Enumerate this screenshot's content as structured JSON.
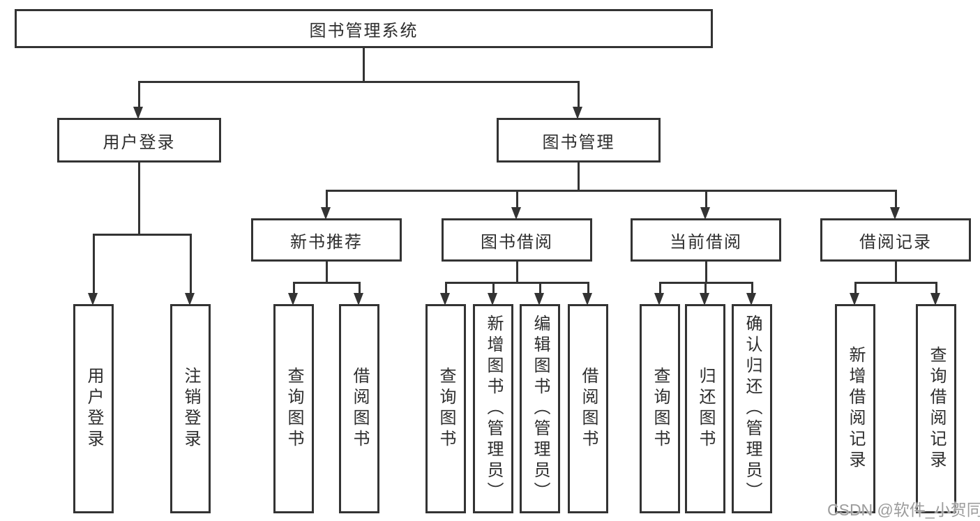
{
  "diagram": {
    "root": {
      "label": "图书管理系统"
    },
    "level2": {
      "user_login": {
        "label": "用户登录"
      },
      "book_management": {
        "label": "图书管理"
      }
    },
    "level3": {
      "new_book_recommend": {
        "label": "新书推荐"
      },
      "book_borrowing": {
        "label": "图书借阅"
      },
      "current_borrowing": {
        "label": "当前借阅"
      },
      "borrowing_records": {
        "label": "借阅记录"
      }
    },
    "leaves": {
      "user_login": [
        "用户登录",
        "注销登录"
      ],
      "new_book_recommend": [
        "查询图书",
        "借阅图书"
      ],
      "book_borrowing": [
        "查询图书",
        "新增图书（管理员）",
        "编辑图书（管理员）",
        "借阅图书"
      ],
      "current_borrowing": [
        "查询图书",
        "归还图书",
        "确认归还（管理员）"
      ],
      "borrowing_records": [
        "新增借阅记录",
        "查询借阅记录"
      ]
    },
    "watermark": "CSDN @软件_小贺同学",
    "colors": {
      "line": "#333333",
      "text": "#2d2d2d",
      "box_bg": "#ffffff",
      "watermark": "#9c9c9c"
    }
  }
}
